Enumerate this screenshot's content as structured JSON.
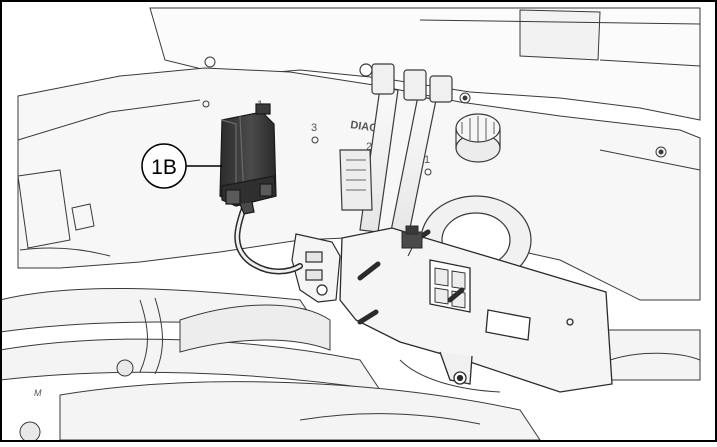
{
  "callout": {
    "label": "1B"
  },
  "engraved_labels": {
    "diag": "DIAG",
    "port_1": "1",
    "port_2": "2",
    "port_3": "3",
    "port_1_lower": "1",
    "corner_mark": "M"
  },
  "colors": {
    "background": "#ffffff",
    "line": "#2b2b2b",
    "part_fill": "#f4f4f4",
    "component_dark": "#3a3a3a",
    "component_mid": "#5a5a5a",
    "frame_border": "#000000"
  }
}
